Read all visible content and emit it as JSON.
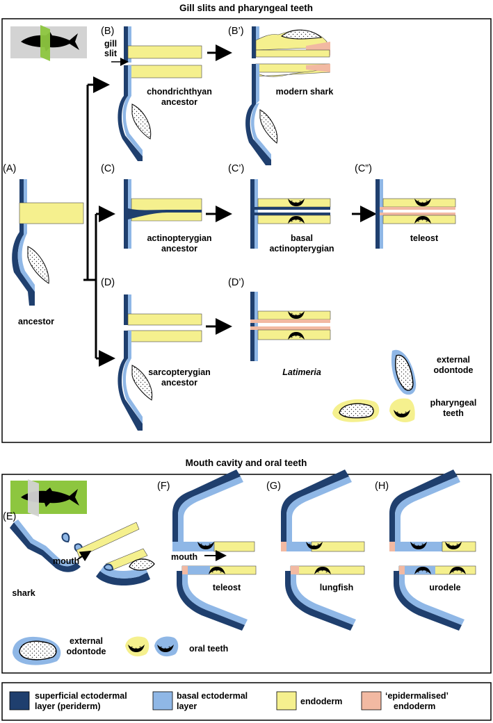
{
  "sections": {
    "gill": {
      "title": "Gill slits and pharyngeal teeth",
      "panels": {
        "A": {
          "letter": "(A)",
          "caption": "ancestor"
        },
        "B": {
          "letter": "(B)",
          "caption1": "chondrichthyan",
          "caption2": "ancestor",
          "gill1": "gill",
          "gill2": "slit"
        },
        "B2": {
          "letter": "(B’)",
          "caption": "modern shark"
        },
        "C": {
          "letter": "(C)",
          "caption1": "actinopterygian",
          "caption2": "ancestor"
        },
        "C2": {
          "letter": "(C’)",
          "caption1": "basal",
          "caption2": "actinopterygian"
        },
        "C3": {
          "letter": "(C”)",
          "caption": "teleost"
        },
        "D": {
          "letter": "(D)",
          "caption1": "sarcopterygian",
          "caption2": "ancestor"
        },
        "D2": {
          "letter": "(D’)",
          "caption": "Latimeria"
        }
      },
      "key": {
        "odontode1": "external",
        "odontode2": "odontode",
        "teeth1": "pharyngeal",
        "teeth2": "teeth"
      }
    },
    "mouth": {
      "title": "Mouth cavity and oral teeth",
      "panels": {
        "E": {
          "letter": "(E)",
          "caption": "shark",
          "mouth": "mouth"
        },
        "F": {
          "letter": "(F)",
          "caption": "teleost",
          "mouth": "mouth"
        },
        "G": {
          "letter": "(G)",
          "caption": "lungfish"
        },
        "H": {
          "letter": "(H)",
          "caption": "urodele"
        }
      },
      "key": {
        "odontode1": "external",
        "odontode2": "odontode",
        "teeth": "oral teeth"
      }
    }
  },
  "legend": [
    {
      "line1": "superficial ectodermal",
      "line2": "layer (periderm)",
      "color": "#1f3f6e"
    },
    {
      "line1": "basal ectodermal",
      "line2": "layer",
      "color": "#8fb7e6"
    },
    {
      "line1": "endoderm",
      "line2": "",
      "color": "#f5f08e"
    },
    {
      "line1": "‘epidermalised’",
      "line2": "endoderm",
      "color": "#f2b9a2"
    }
  ],
  "colors": {
    "periderm": "#1f3f6e",
    "basal": "#8fb7e6",
    "endoderm": "#f5f08e",
    "epidermalised": "#f2b9a2",
    "fin_green": "#8dc63f",
    "icon_grey": "#d3d3d3"
  },
  "icons": [
    "shark-silhouette-icon",
    "arrow-right-icon"
  ]
}
